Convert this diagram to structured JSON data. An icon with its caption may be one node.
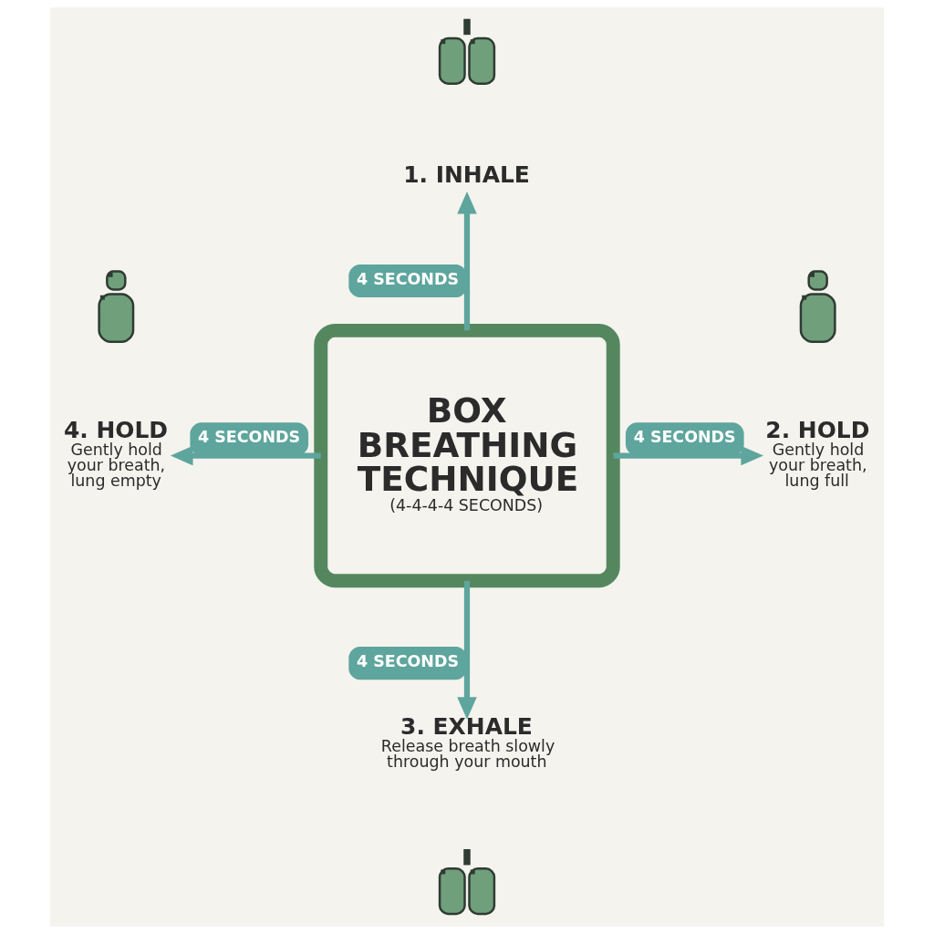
{
  "diagram": {
    "nodes": [
      {
        "text": [],
        "shape": "picture"
      },
      {
        "text": [
          "1. INHALE"
        ]
      },
      {
        "text": [
          "BOX BREATHING TECHNIQUE",
          "(4-4-4-4 SECONDS)"
        ]
      },
      {
        "text": [],
        "shape": "person"
      },
      {
        "text": [
          "4. HOLD",
          "Gently hold your breath, lung empty"
        ]
      },
      {
        "text": [],
        "shape": "person"
      },
      {
        "text": [
          "2. HOLD",
          "Gently hold your breath, lung full"
        ]
      },
      {
        "text": [
          "3. EXHALE",
          "Release breath slowly through your mouth"
        ]
      },
      {
        "text": [],
        "shape": "picture"
      }
    ],
    "edges": [
      {
        "from": 2,
        "to": 1,
        "arrow": "to",
        "label": "4 SECONDS"
      },
      {
        "from": 2,
        "to": 6,
        "arrow": "to",
        "label": "4 SECONDS"
      },
      {
        "from": 2,
        "to": 7,
        "arrow": "to",
        "label": "4 SECONDS"
      },
      {
        "from": 2,
        "to": 4,
        "arrow": "to",
        "label": "4 SECONDS"
      }
    ]
  }
}
